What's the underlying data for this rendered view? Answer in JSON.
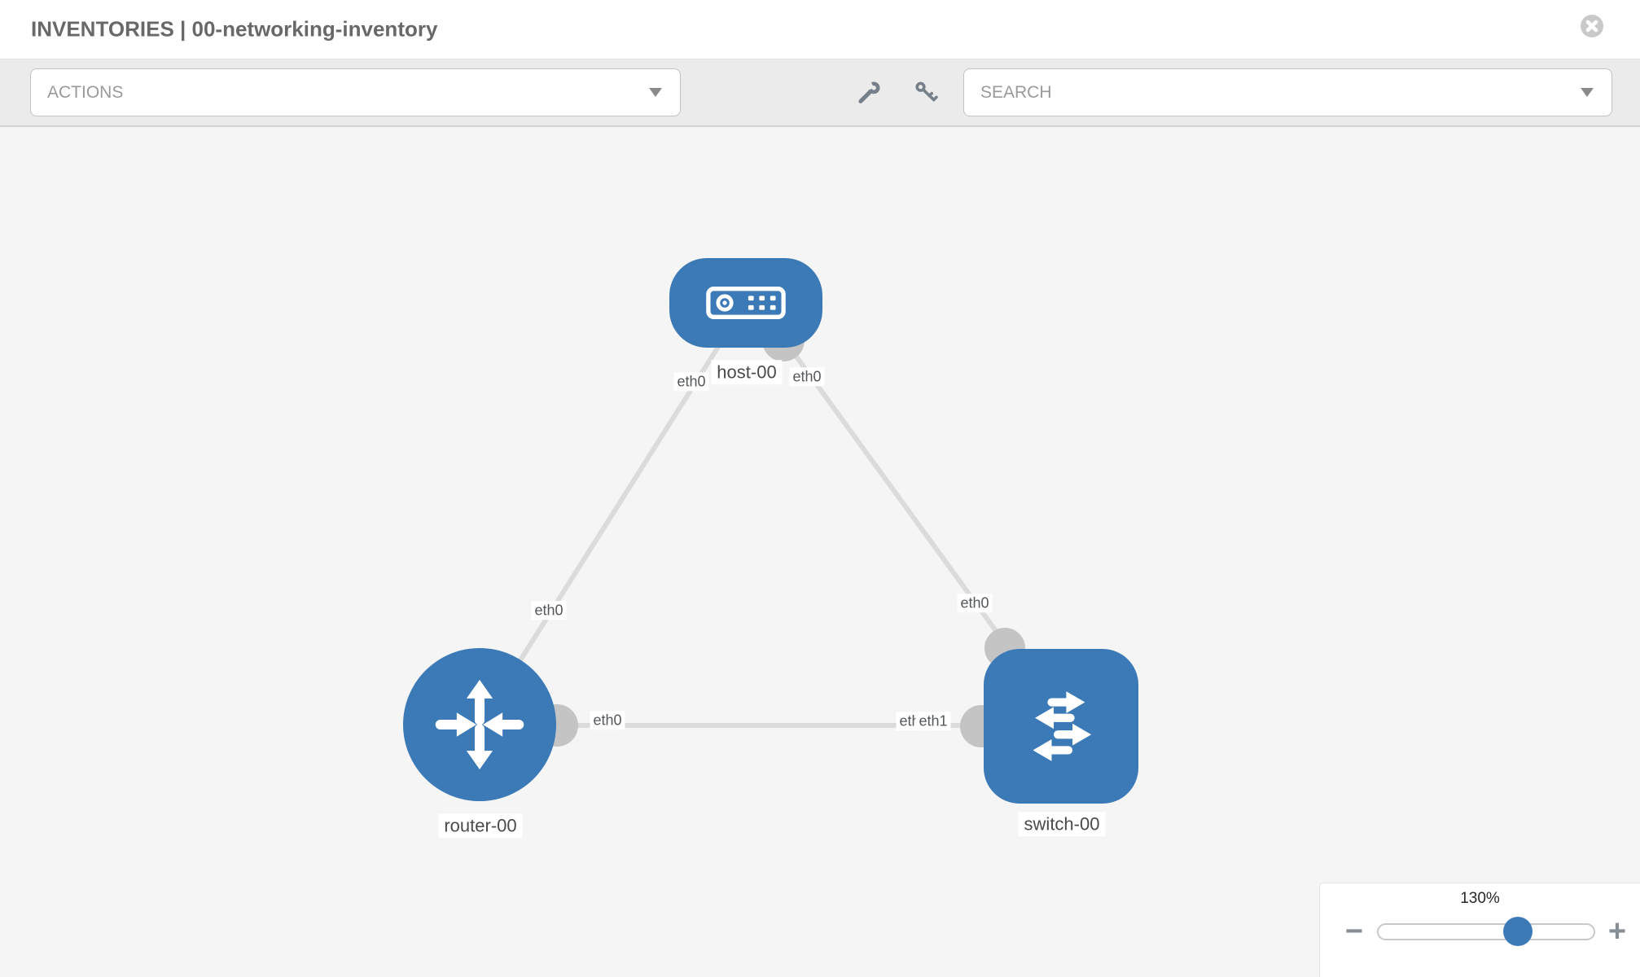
{
  "header": {
    "title": "INVENTORIES | 00-networking-inventory"
  },
  "toolbar": {
    "actions_placeholder": "ACTIONS",
    "search_placeholder": "SEARCH"
  },
  "icons": [
    "close-icon",
    "caret-down-icon",
    "wrench-icon",
    "key-icon",
    "host-icon",
    "router-icon",
    "switch-icon",
    "minus-icon",
    "plus-icon"
  ],
  "canvas": {
    "nodes": [
      {
        "id": "host-00",
        "label": "host-00",
        "type": "host"
      },
      {
        "id": "router-00",
        "label": "router-00",
        "type": "router"
      },
      {
        "id": "switch-00",
        "label": "switch-00",
        "type": "switch"
      }
    ],
    "links": [
      {
        "source": "host-00",
        "target": "router-00"
      },
      {
        "source": "host-00",
        "target": "switch-00"
      },
      {
        "source": "router-00",
        "target": "switch-00"
      }
    ],
    "interface_labels": [
      {
        "text": "eth0",
        "node": "host-00",
        "link": "host-00 - router-00"
      },
      {
        "text": "eth0",
        "node": "host-00",
        "link": "host-00 - switch-00"
      },
      {
        "text": "eth0",
        "node": "router-00",
        "link": "host-00 - router-00"
      },
      {
        "text": "eth0",
        "node": "switch-00",
        "link": "host-00 - switch-00"
      },
      {
        "text": "eth0",
        "node": "router-00",
        "link": "router-00 - switch-00"
      },
      {
        "text": "eth0",
        "node": "switch-00",
        "link": "router-00 - switch-00"
      },
      {
        "text": "eth1",
        "node": "switch-00",
        "link": "router-00 - switch-00"
      }
    ]
  },
  "zoom_control": {
    "value": "130%",
    "minus": "−",
    "plus": "+"
  },
  "colors": {
    "node_fill": "#3b7ab7",
    "link_stroke": "#dbdbdb",
    "port_fill": "#c4c4c4",
    "canvas_background": "#f5f5f5",
    "slider_handle": "#3b7ab7"
  }
}
